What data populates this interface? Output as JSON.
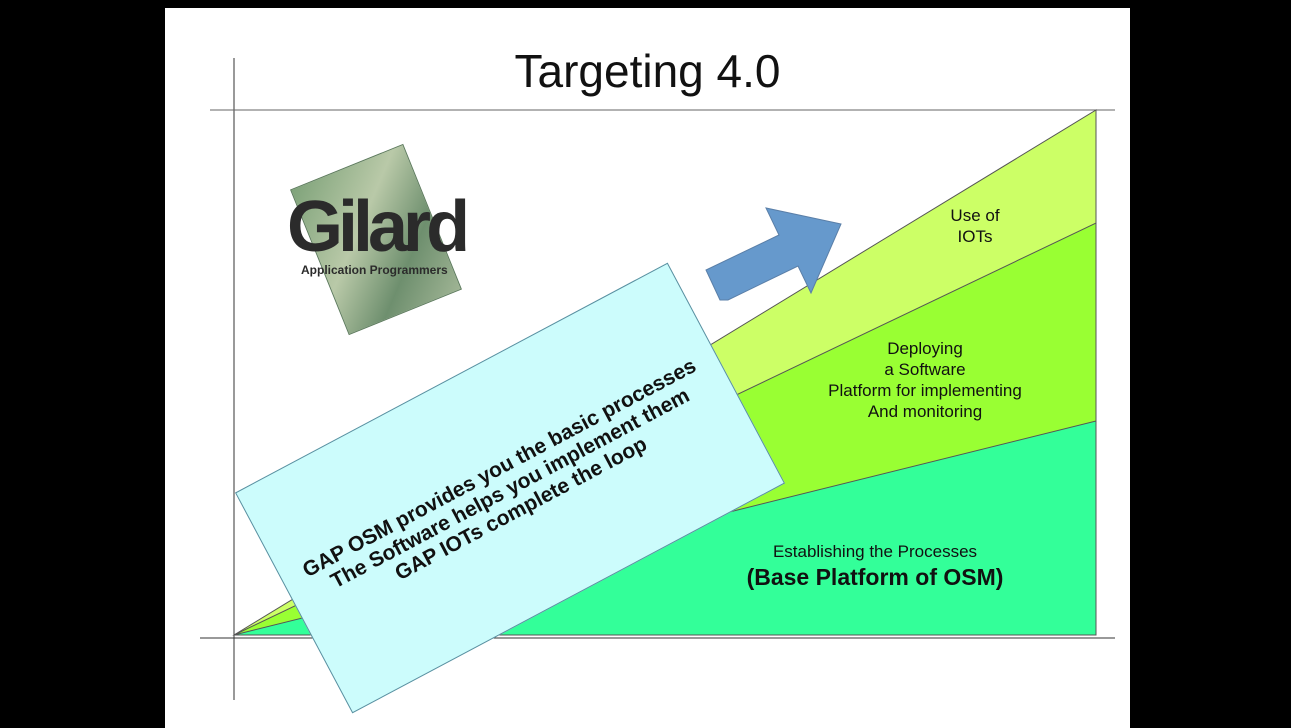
{
  "slide": {
    "title": "Targeting 4.0"
  },
  "logo": {
    "wordmark": "Gilard",
    "tagline": "Application Programmers"
  },
  "layers": [
    {
      "name": "iots",
      "lines": [
        "Use of",
        "IOTs"
      ],
      "color": "#ccff66"
    },
    {
      "name": "software",
      "lines": [
        "Deploying",
        "a Software",
        "Platform for  implementing",
        "And monitoring"
      ],
      "color": "#99ff33"
    },
    {
      "name": "processes",
      "lines": [
        "Establishing the Processes"
      ],
      "emphasis": "(Base Platform of OSM)",
      "color": "#33ff99"
    }
  ],
  "callout": {
    "lines": [
      "GAP OSM provides you the basic processes",
      "The Software helps you implement them",
      "GAP IOTs complete the loop"
    ],
    "color": "#ccfcfc"
  },
  "arrow": {
    "color": "#6699cc"
  }
}
